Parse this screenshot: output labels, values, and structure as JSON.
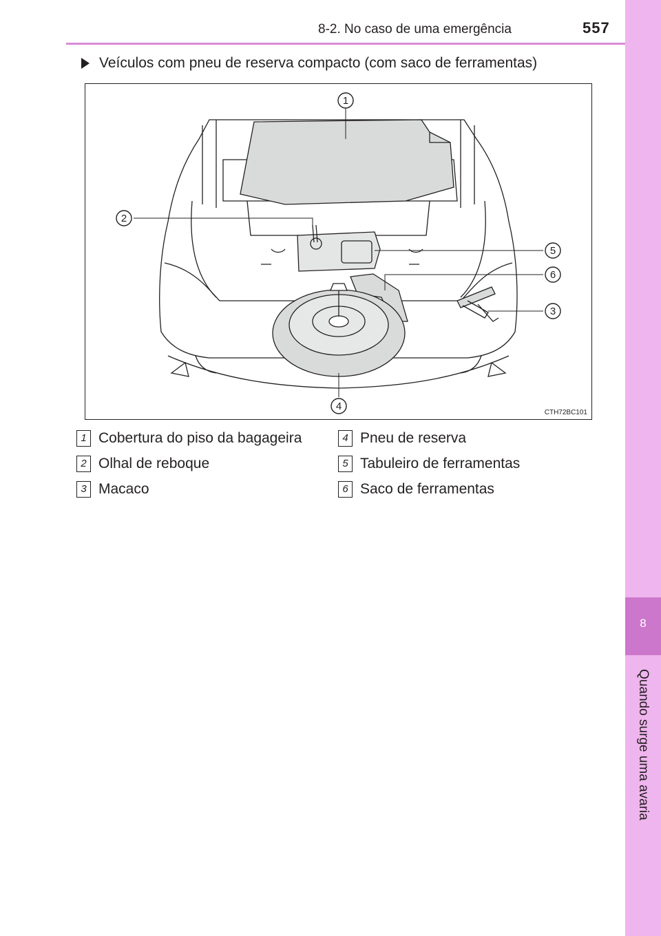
{
  "header": {
    "section": "8-2. No caso de uma emergência",
    "page_number": "557"
  },
  "side_tab": {
    "chapter_number": "8",
    "chapter_title": "Quando surge uma avaria"
  },
  "subheading": "Veículos com pneu de reserva compacto (com saco de ferramentas)",
  "figure": {
    "code": "CTH72BC101",
    "callouts": [
      "1",
      "2",
      "3",
      "4",
      "5",
      "6"
    ]
  },
  "legend": {
    "left": [
      {
        "num": "1",
        "label": "Cobertura do piso da bagageira"
      },
      {
        "num": "2",
        "label": "Olhal de reboque"
      },
      {
        "num": "3",
        "label": "Macaco"
      }
    ],
    "right": [
      {
        "num": "4",
        "label": "Pneu de reserva"
      },
      {
        "num": "5",
        "label": "Tabuleiro de ferramentas"
      },
      {
        "num": "6",
        "label": "Saco de ferramentas"
      }
    ]
  }
}
